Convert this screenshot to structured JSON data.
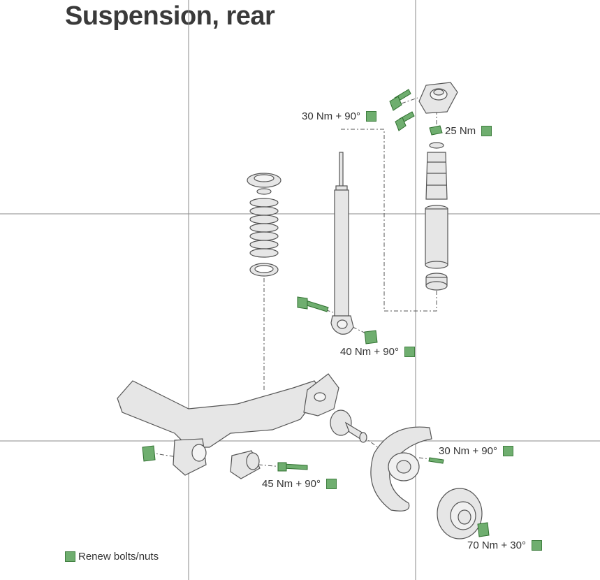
{
  "title": "Suspension, rear",
  "torque_labels": [
    {
      "id": "t1",
      "text": "30 Nm + 90°"
    },
    {
      "id": "t2",
      "text": "25 Nm"
    },
    {
      "id": "t3",
      "text": "40 Nm + 90°"
    },
    {
      "id": "t4",
      "text": "30 Nm + 90°"
    },
    {
      "id": "t5",
      "text": "45 Nm + 90°"
    },
    {
      "id": "t6",
      "text": "70 Nm + 30°"
    }
  ],
  "legend": {
    "text": "Renew bolts/nuts",
    "icon": "green-square-icon"
  },
  "colors": {
    "bolt_green": "#6fae6f",
    "part_fill": "#e6e6e6",
    "outline": "#555555",
    "gridline": "#888888"
  }
}
